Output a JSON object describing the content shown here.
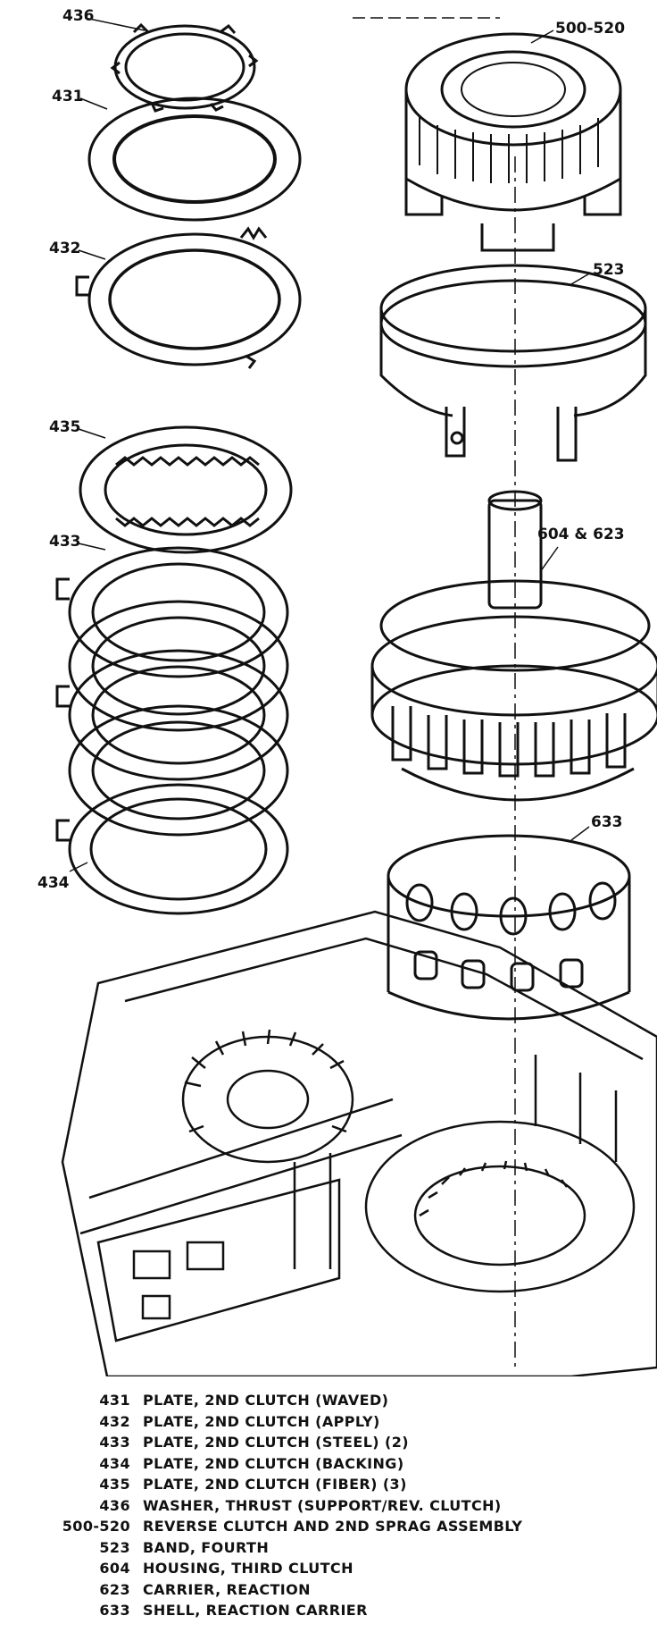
{
  "diagram": {
    "callouts": [
      {
        "id": "c436",
        "text": "436"
      },
      {
        "id": "c431",
        "text": "431"
      },
      {
        "id": "c432",
        "text": "432"
      },
      {
        "id": "c435",
        "text": "435"
      },
      {
        "id": "c433",
        "text": "433"
      },
      {
        "id": "c434",
        "text": "434"
      },
      {
        "id": "c500",
        "text": "500-520"
      },
      {
        "id": "c523",
        "text": "523"
      },
      {
        "id": "c604",
        "text": "604 & 623"
      },
      {
        "id": "c633",
        "text": "633"
      }
    ]
  },
  "legend": [
    {
      "ref": "431",
      "desc": "PLATE, 2ND CLUTCH (WAVED)"
    },
    {
      "ref": "432",
      "desc": "PLATE, 2ND CLUTCH (APPLY)"
    },
    {
      "ref": "433",
      "desc": "PLATE, 2ND CLUTCH (STEEL) (2)"
    },
    {
      "ref": "434",
      "desc": "PLATE, 2ND CLUTCH (BACKING)"
    },
    {
      "ref": "435",
      "desc": "PLATE, 2ND CLUTCH (FIBER) (3)"
    },
    {
      "ref": "436",
      "desc": "WASHER, THRUST (SUPPORT/REV. CLUTCH)"
    },
    {
      "ref": "500-520",
      "desc": "REVERSE CLUTCH AND 2ND SPRAG ASSEMBLY"
    },
    {
      "ref": "523",
      "desc": "BAND, FOURTH"
    },
    {
      "ref": "604",
      "desc": "HOUSING, THIRD CLUTCH"
    },
    {
      "ref": "623",
      "desc": "CARRIER, REACTION"
    },
    {
      "ref": "633",
      "desc": "SHELL, REACTION CARRIER"
    }
  ]
}
